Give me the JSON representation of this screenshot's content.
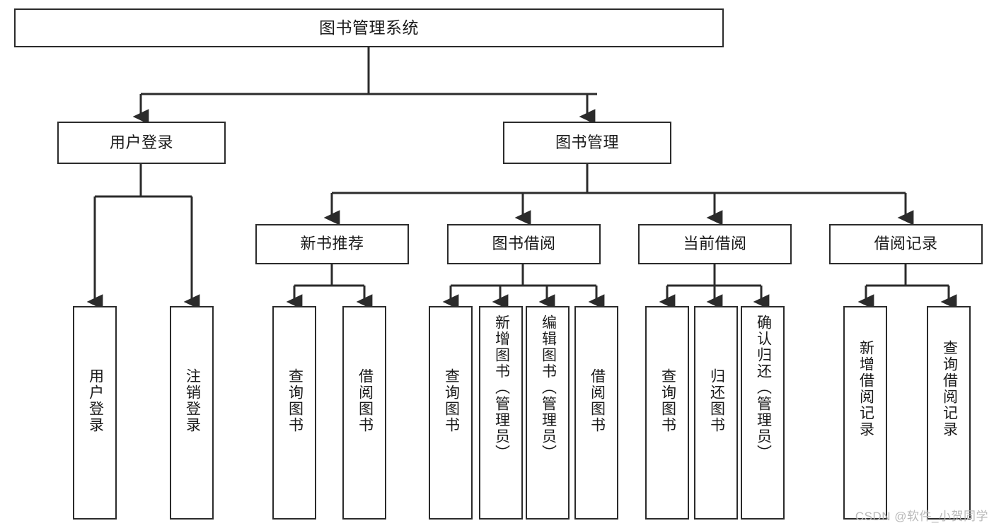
{
  "diagram": {
    "title": "图书管理系统",
    "watermark": "CSDN @软件_小贺同学",
    "line_color": "#2b2b2b",
    "text_color": "#1b1b1b",
    "background": "#ffffff",
    "levels": {
      "root": {
        "label": "图书管理系统"
      },
      "level2": [
        {
          "label": "用户登录"
        },
        {
          "label": "图书管理"
        }
      ],
      "level3": [
        {
          "label": "新书推荐"
        },
        {
          "label": "图书借阅"
        },
        {
          "label": "当前借阅"
        },
        {
          "label": "借阅记录"
        }
      ],
      "leaves": [
        {
          "label": "用户登录",
          "parent": "用户登录"
        },
        {
          "label": "注销登录",
          "parent": "用户登录"
        },
        {
          "label": "查询图书",
          "parent": "新书推荐"
        },
        {
          "label": "借阅图书",
          "parent": "新书推荐"
        },
        {
          "label": "查询图书",
          "parent": "图书借阅"
        },
        {
          "label": "新增图书（管理员）",
          "parent": "图书借阅"
        },
        {
          "label": "编辑图书（管理员）",
          "parent": "图书借阅"
        },
        {
          "label": "借阅图书",
          "parent": "图书借阅"
        },
        {
          "label": "查询图书",
          "parent": "当前借阅"
        },
        {
          "label": "归还图书",
          "parent": "当前借阅"
        },
        {
          "label": "确认归还（管理员）",
          "parent": "当前借阅"
        },
        {
          "label": "新增借阅记录",
          "parent": "借阅记录"
        },
        {
          "label": "查询借阅记录",
          "parent": "借阅记录"
        }
      ]
    }
  }
}
